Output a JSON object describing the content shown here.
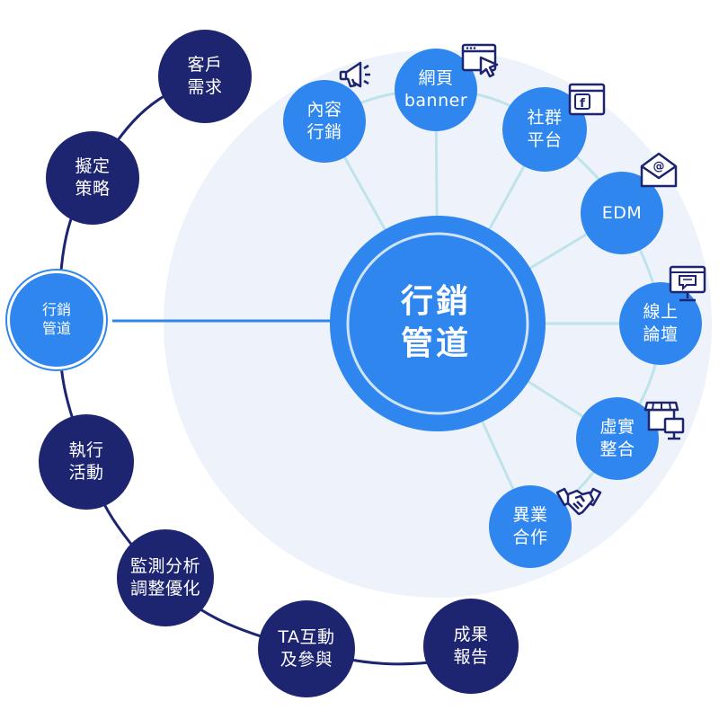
{
  "hub": {
    "label": "行銷\n管道"
  },
  "process_steps": [
    {
      "id": "customer-needs",
      "label": "客戶\n需求"
    },
    {
      "id": "strategy",
      "label": "擬定\n策略"
    },
    {
      "id": "marketing-channels",
      "label": "行銷\n管道"
    },
    {
      "id": "execute",
      "label": "執行\n活動"
    },
    {
      "id": "monitor",
      "label": "監測分析\n調整優化"
    },
    {
      "id": "ta-interaction",
      "label": "TA互動\n及參與"
    },
    {
      "id": "report",
      "label": "成果\n報告"
    }
  ],
  "channels": [
    {
      "id": "content",
      "label": "內容\n行銷",
      "icon": "megaphone-icon"
    },
    {
      "id": "web-banner",
      "label": "網頁\nbanner",
      "icon": "browser-cursor-icon"
    },
    {
      "id": "social",
      "label": "社群\n平台",
      "icon": "facebook-window-icon"
    },
    {
      "id": "edm",
      "label": "EDM",
      "icon": "email-icon"
    },
    {
      "id": "forum",
      "label": "線上\n論壇",
      "icon": "monitor-chat-icon"
    },
    {
      "id": "o2o",
      "label": "虛實\n整合",
      "icon": "store-monitor-icon"
    },
    {
      "id": "partnership",
      "label": "異業\n合作",
      "icon": "handshake-icon"
    }
  ],
  "colors": {
    "navy": "#1d2470",
    "blue": "#2f86ee",
    "halo": "#eef3fb",
    "spoke": "#bfe3ea",
    "hub_ring": "#cfe3fb"
  }
}
